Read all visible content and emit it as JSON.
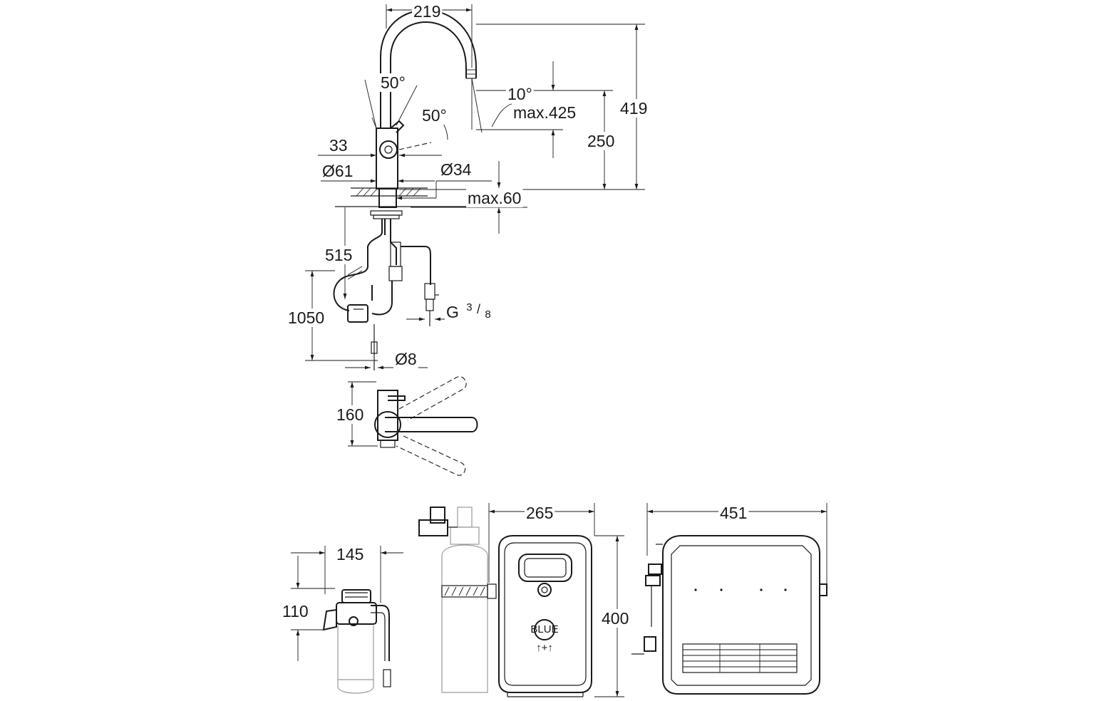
{
  "faucet": {
    "dims": {
      "spout_reach": "219",
      "lever_angle_left": "50°",
      "lever_angle_right": "50°",
      "spray_angle": "10°",
      "pullout_length": "max.425",
      "total_height": "419",
      "spout_height": "250",
      "lever_offset": "33",
      "body_diameter": "Ø61",
      "hole_diameter": "Ø34",
      "deck_thickness": "max.60",
      "hose_length": "515",
      "supply_length": "1050",
      "thread_size_base": "G",
      "thread_size_num": "3",
      "thread_size_den": "8",
      "tube_diameter": "Ø8",
      "swivel_depth": "160"
    }
  },
  "filter": {
    "dims": {
      "width": "145",
      "height": "110"
    }
  },
  "chiller_front": {
    "dims": {
      "width": "265",
      "height": "400"
    },
    "panel_label": "BLUE",
    "panel_caption": "↑+↑"
  },
  "chiller_side": {
    "dims": {
      "width": "451"
    }
  }
}
